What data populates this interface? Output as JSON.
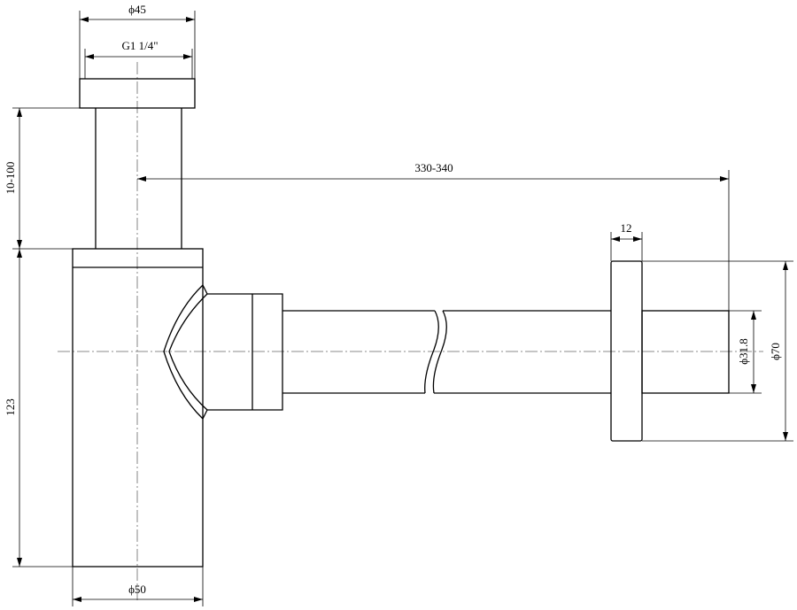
{
  "drawing": {
    "title": "Bottle trap technical drawing",
    "dimensions": {
      "nut_diameter": "ϕ45",
      "thread": "G1 1/4\"",
      "height_adjust": "10-100",
      "body_height": "123",
      "body_diameter": "ϕ50",
      "wall_distance": "330-340",
      "flange_thickness": "12",
      "pipe_diameter": "ϕ31.8",
      "flange_diameter": "ϕ70"
    }
  }
}
